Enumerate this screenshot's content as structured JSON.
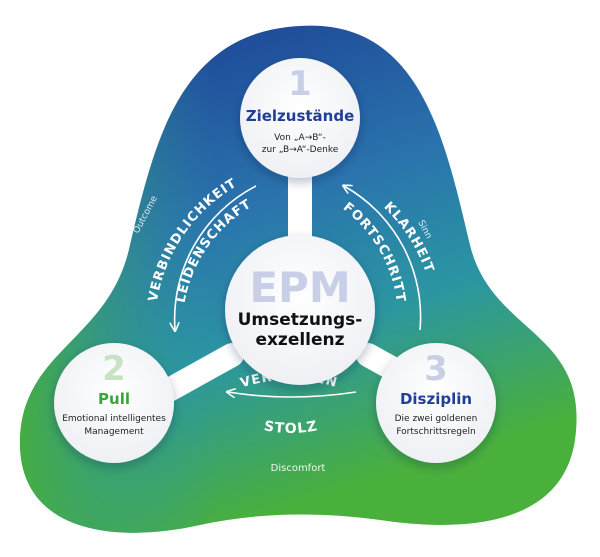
{
  "center": {
    "ghost": "EPM",
    "line1": "Umsetzungs-",
    "line2": "exzellenz"
  },
  "nodes": [
    {
      "number": "1",
      "title": "Zielzustände",
      "sub1": "Von „A→B“-",
      "sub2": "zur „B→A“-Denke",
      "title_color": "#1f3f97"
    },
    {
      "number": "2",
      "title": "Pull",
      "sub1": "Emotional intelligentes",
      "sub2": "Management",
      "title_color": "#3aa637"
    },
    {
      "number": "3",
      "title": "Disziplin",
      "sub1": "Die zwei goldenen",
      "sub2": "Fortschrittsregeln",
      "title_color": "#1f3f97"
    }
  ],
  "arcs": {
    "left_outer": "VERBINDLICHKEIT",
    "left_inner": "LEIDENSCHAFT",
    "right_outer": "KLARHEIT",
    "right_inner": "FORTSCHRITT",
    "bottom_inner": "VERTRAUEN",
    "bottom_outer": "STOLZ"
  },
  "edges": {
    "left": "Outcome",
    "right": "Sinn",
    "bottom": "Discomfort"
  },
  "colors": {
    "blue_dark": "#1a3a93",
    "teal": "#2a86a6",
    "green": "#46ad3c",
    "ghost": "#c9cfe6"
  }
}
